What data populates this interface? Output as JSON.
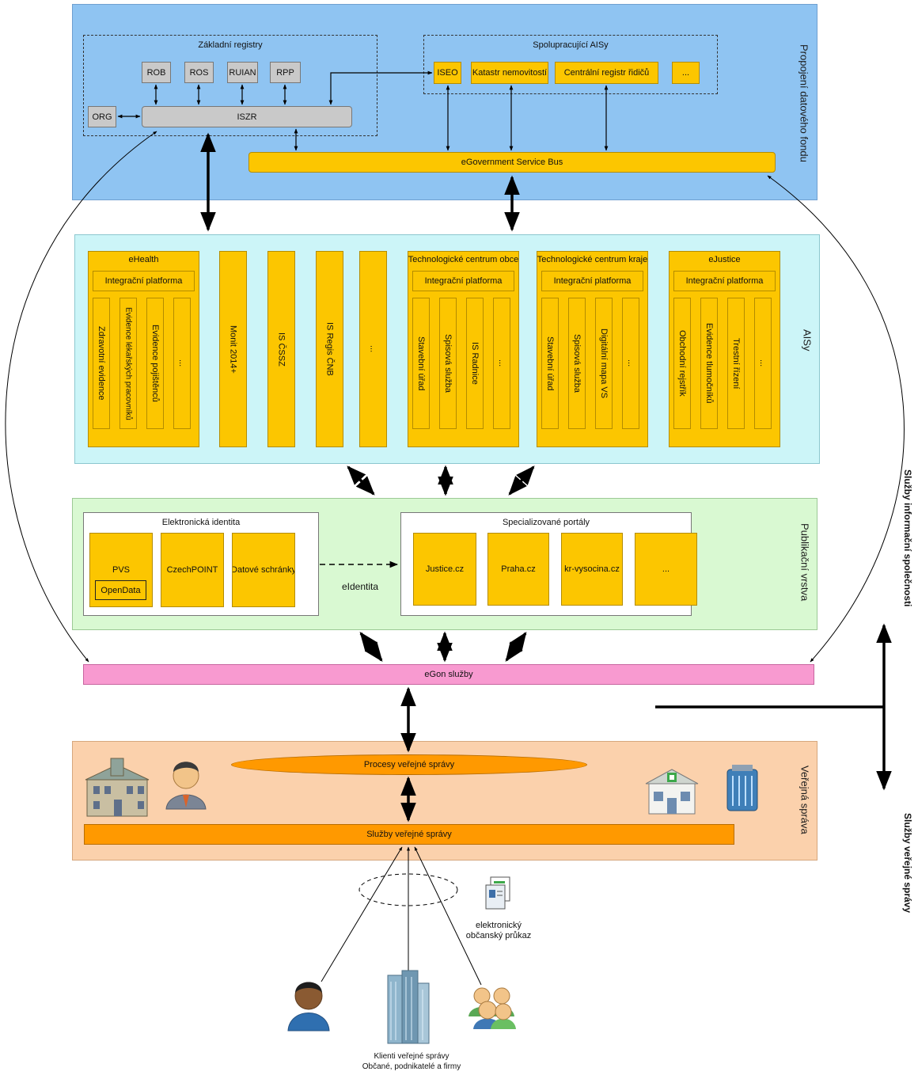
{
  "data_fund": {
    "label": "Propojení datového fondu",
    "registries": {
      "title": "Základní registry",
      "items": [
        "ROB",
        "ROS",
        "RUIAN",
        "RPP"
      ],
      "org": "ORG",
      "iszr": "ISZR"
    },
    "cooperating": {
      "title": "Spolupracující AISy",
      "items": [
        "ISEO",
        "Katastr nemovitostí",
        "Centrální registr řidičů",
        "..."
      ]
    },
    "esb": "eGovernment Service Bus"
  },
  "aisy": {
    "label": "AISy",
    "integration_label": "Integrační platforma",
    "groups": [
      {
        "title": "eHealth",
        "items": [
          "Zdravotní evidence",
          "Evidence lékařských pracovníků",
          "Evidence pojištěnců",
          "..."
        ]
      },
      {
        "title": "Technologické centrum obce",
        "items": [
          "Stavební úřad",
          "Spisová služba",
          "IS Radnice",
          "..."
        ]
      },
      {
        "title": "Technologické centrum kraje",
        "items": [
          "Stavební úřad",
          "Spisová služba",
          "Digitální mapa VS",
          "..."
        ]
      },
      {
        "title": "eJustice",
        "items": [
          "Obchodní rejstřík",
          "Evidence tlumočníků",
          "Trestní řízení",
          "..."
        ]
      }
    ],
    "standalone": [
      "Monit 2014+",
      "IS ČSSZ",
      "IS Regis ČNB",
      "..."
    ]
  },
  "publication": {
    "label": "Publikační vrstva",
    "identity": {
      "title": "Elektronická identita",
      "pvs": "PVS",
      "opendata": "OpenData",
      "czechpoint": "CzechPOINT",
      "databoxes": "Datové schránky"
    },
    "eidentity": "eIdentita",
    "portals": {
      "title": "Specializované portály",
      "items": [
        "Justice.cz",
        "Praha.cz",
        "kr-vysocina.cz",
        "..."
      ]
    }
  },
  "egon": "eGon služby",
  "public_admin": {
    "label": "Veřejná správa",
    "processes": "Procesy veřejné správy",
    "services": "Služby veřejné správy"
  },
  "side": {
    "info_society": "Služby informační společnosti",
    "public_services": "Služby veřejné správy"
  },
  "clients": {
    "id_card_line1": "elektronický",
    "id_card_line2": "občanský průkaz",
    "caption_line1": "Klienti veřejné správy",
    "caption_line2": "Občané, podnikatelé a firmy"
  },
  "colors": {
    "data_fund": "#8fc4f2",
    "aisy": "#ccf5f8",
    "publication": "#d9f9d2",
    "public_admin": "#fbd1ac",
    "box_yellow": "#fcc600",
    "egon": "#f89ad0",
    "services": "#ff9900"
  }
}
